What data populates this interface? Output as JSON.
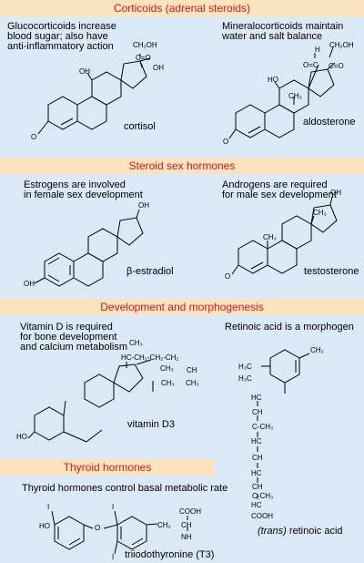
{
  "sections": [
    {
      "title": "Corticoids (adrenal steroids)"
    },
    {
      "title": "Steroid sex hormones"
    },
    {
      "title": "Development and morphogenesis"
    },
    {
      "title": "Thyroid hormones"
    }
  ],
  "cortisol": {
    "desc": [
      "Glucocorticoids increase",
      "blood sugar; also have",
      "anti-inflammatory action"
    ],
    "name": "cortisol",
    "atoms": {
      "ch2oh": "CH₂OH",
      "co": "C=O",
      "oh_top": "OH",
      "oh_ring": "OH",
      "o": "O"
    }
  },
  "aldosterone": {
    "desc": [
      "Mineralocorticoids maintain",
      "water and salt balance"
    ],
    "name": "aldosterone",
    "atoms": {
      "h": "H",
      "ch2oh": "CH₂OH",
      "oc": "O=C",
      "co": "C=O",
      "oh": "HO",
      "me": "CH₃",
      "o": "O"
    }
  },
  "estradiol": {
    "desc": [
      "Estrogens are involved",
      "in female sex development"
    ],
    "name": "β-estradiol",
    "atoms": {
      "oh_top": "OH",
      "oh_left": "OH"
    }
  },
  "testosterone": {
    "desc": [
      "Androgens are required",
      "for male sex development"
    ],
    "name": "testosterone",
    "atoms": {
      "oh": "OH",
      "me1": "CH₃",
      "me2": "CH₃",
      "o": "O"
    }
  },
  "vitamin_d": {
    "desc": [
      "Vitamin D is required",
      "for bone development",
      "and calcium metabolism"
    ],
    "name": "vitamin D3",
    "atoms": {
      "ch3a": "CH₃",
      "chain": "HC-CH₂-CH₂-CH₂",
      "ch3b": "CH₃",
      "ch": "CH",
      "ch3c": "CH₃",
      "ch3d": "CH₃",
      "ho": "HO"
    }
  },
  "retinoic": {
    "desc": "Retinoic acid is a morphogen",
    "name_italic": "(trans)",
    "name_rest": " retinoic acid",
    "atoms": {
      "h3c1": "H₃C",
      "h3c2": "H₃C",
      "ch3top": "CH₃",
      "hc1": "HC",
      "ch1": "CH",
      "cch3a": "C-CH₃",
      "hc2": "HC",
      "ch2": "CH",
      "hc3": "HC",
      "ch3": "CH",
      "cch3b": "C-CH₃",
      "hc4": "HC",
      "cooh": "COOH"
    }
  },
  "thyroid": {
    "desc": "Thyroid hormones control basal metabolic rate",
    "name": "triiodothyronine (T3)",
    "atoms": {
      "i1": "I",
      "i2": "I",
      "i3": "I",
      "ho": "HO",
      "o": "O",
      "cooh": "COOH",
      "ch2": "CH₂",
      "ch": "CH",
      "nh": "NH"
    }
  }
}
